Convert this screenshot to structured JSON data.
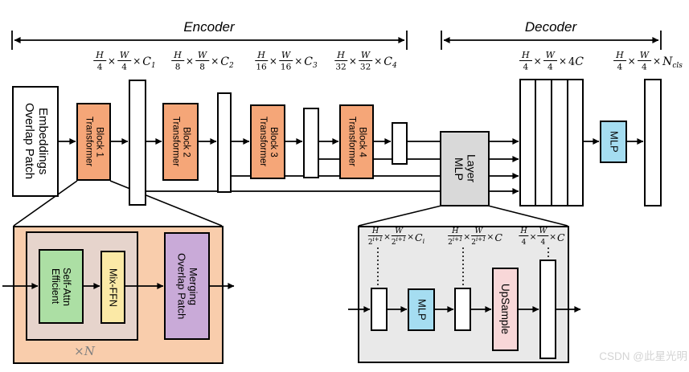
{
  "sym": {
    "times": "×"
  },
  "colors": {
    "block_orange": "#F5A678",
    "gray_box": "#D9D9D9",
    "mlp_blue": "#A5DDF1",
    "detail_salmon": "#F9CDAC",
    "detail_beige": "#E6D4CC",
    "esa_green": "#ACDFA4",
    "ffn_yellow": "#FBE9A6",
    "merge_purple": "#C9AAD8",
    "detail_gray": "#E9E9E9",
    "upsample_pink": "#F8D7D8",
    "repeat_gray": "#7F7F7F",
    "watermark_gray": "#D4D4D4"
  },
  "header": {
    "encoder": "Encoder",
    "decoder": "Decoder"
  },
  "dims": {
    "d1": {
      "n1": "H",
      "d1b": "4",
      "n2": "W",
      "d2b": "4",
      "v": "C",
      "sub": "1"
    },
    "d2": {
      "n1": "H",
      "d1b": "8",
      "n2": "W",
      "d2b": "8",
      "v": "C",
      "sub": "2"
    },
    "d3": {
      "n1": "H",
      "d1b": "16",
      "n2": "W",
      "d2b": "16",
      "v": "C",
      "sub": "3"
    },
    "d4": {
      "n1": "H",
      "d1b": "32",
      "n2": "W",
      "d2b": "32",
      "v": "C",
      "sub": "4"
    },
    "d5": {
      "n1": "H",
      "d1b": "4",
      "n2": "W",
      "d2b": "4",
      "pre": "4",
      "v": "C"
    },
    "d6": {
      "n1": "H",
      "d1b": "4",
      "n2": "W",
      "d2b": "4",
      "v": "N",
      "sub": "cls"
    },
    "d7": {
      "n1": "H",
      "d1b": "2",
      "d1e": "i+1",
      "n2": "W",
      "d2b": "2",
      "d2e": "i+1",
      "v": "C",
      "sub": "i"
    },
    "d8": {
      "n1": "H",
      "d1b": "2",
      "d1e": "i+1",
      "n2": "W",
      "d2b": "2",
      "d2e": "i+1",
      "v": "C"
    },
    "d9": {
      "n1": "H",
      "d1b": "4",
      "n2": "W",
      "d2b": "4",
      "v": "C"
    }
  },
  "encoder": {
    "patch_embed": {
      "line1": "Overlap Patch",
      "line2": "Embeddings"
    },
    "block1": {
      "line1": "Transformer",
      "line2": "Block 1"
    },
    "block2": {
      "line1": "Transformer",
      "line2": "Block 2"
    },
    "block3": {
      "line1": "Transformer",
      "line2": "Block 3"
    },
    "block4": {
      "line1": "Transformer",
      "line2": "Block 4"
    }
  },
  "decoder": {
    "mlp_layer": {
      "line1": "MLP",
      "line2": "Layer"
    },
    "mlp": "MLP"
  },
  "detail_left": {
    "esa": {
      "line1": "Efficient",
      "line2": "Self-Attn"
    },
    "ffn": "Mix-FFN",
    "merge": {
      "line1": "Overlap Patch",
      "line2": "Merging"
    },
    "repeat": "×N"
  },
  "detail_right": {
    "mlp": "MLP",
    "upsample": "UpSample"
  },
  "watermark": "CSDN @此星光明"
}
